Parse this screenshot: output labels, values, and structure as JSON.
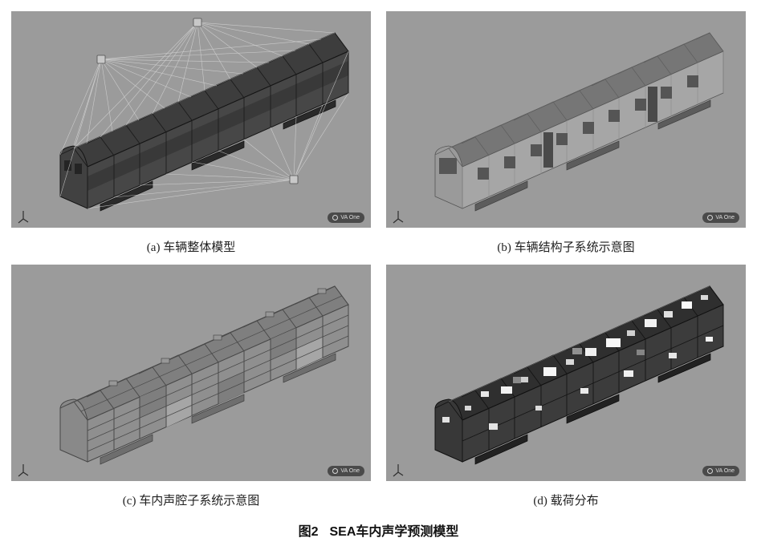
{
  "figure": {
    "caption_prefix": "图2",
    "caption_title": "SEA车内声学预测模型",
    "watermark": "VA One",
    "panels": [
      {
        "id": "a",
        "label": "(a) 车辆整体模型"
      },
      {
        "id": "b",
        "label": "(b) 车辆结构子系统示意图"
      },
      {
        "id": "c",
        "label": "(c) 车内声腔子系统示意图"
      },
      {
        "id": "d",
        "label": "(d) 载荷分布"
      }
    ],
    "colors": {
      "panel_background": "#9b9b9b",
      "model_dark": "#3c3c3c",
      "model_mid": "#8f8f8f",
      "model_light": "#a6a6a6",
      "wireframe_line": "#dcdcdc",
      "page_background": "#ffffff"
    },
    "icons": {
      "axes_triad": "axes-triad",
      "vaone_logo": "circle-logo",
      "connector_node": "node-box"
    }
  }
}
